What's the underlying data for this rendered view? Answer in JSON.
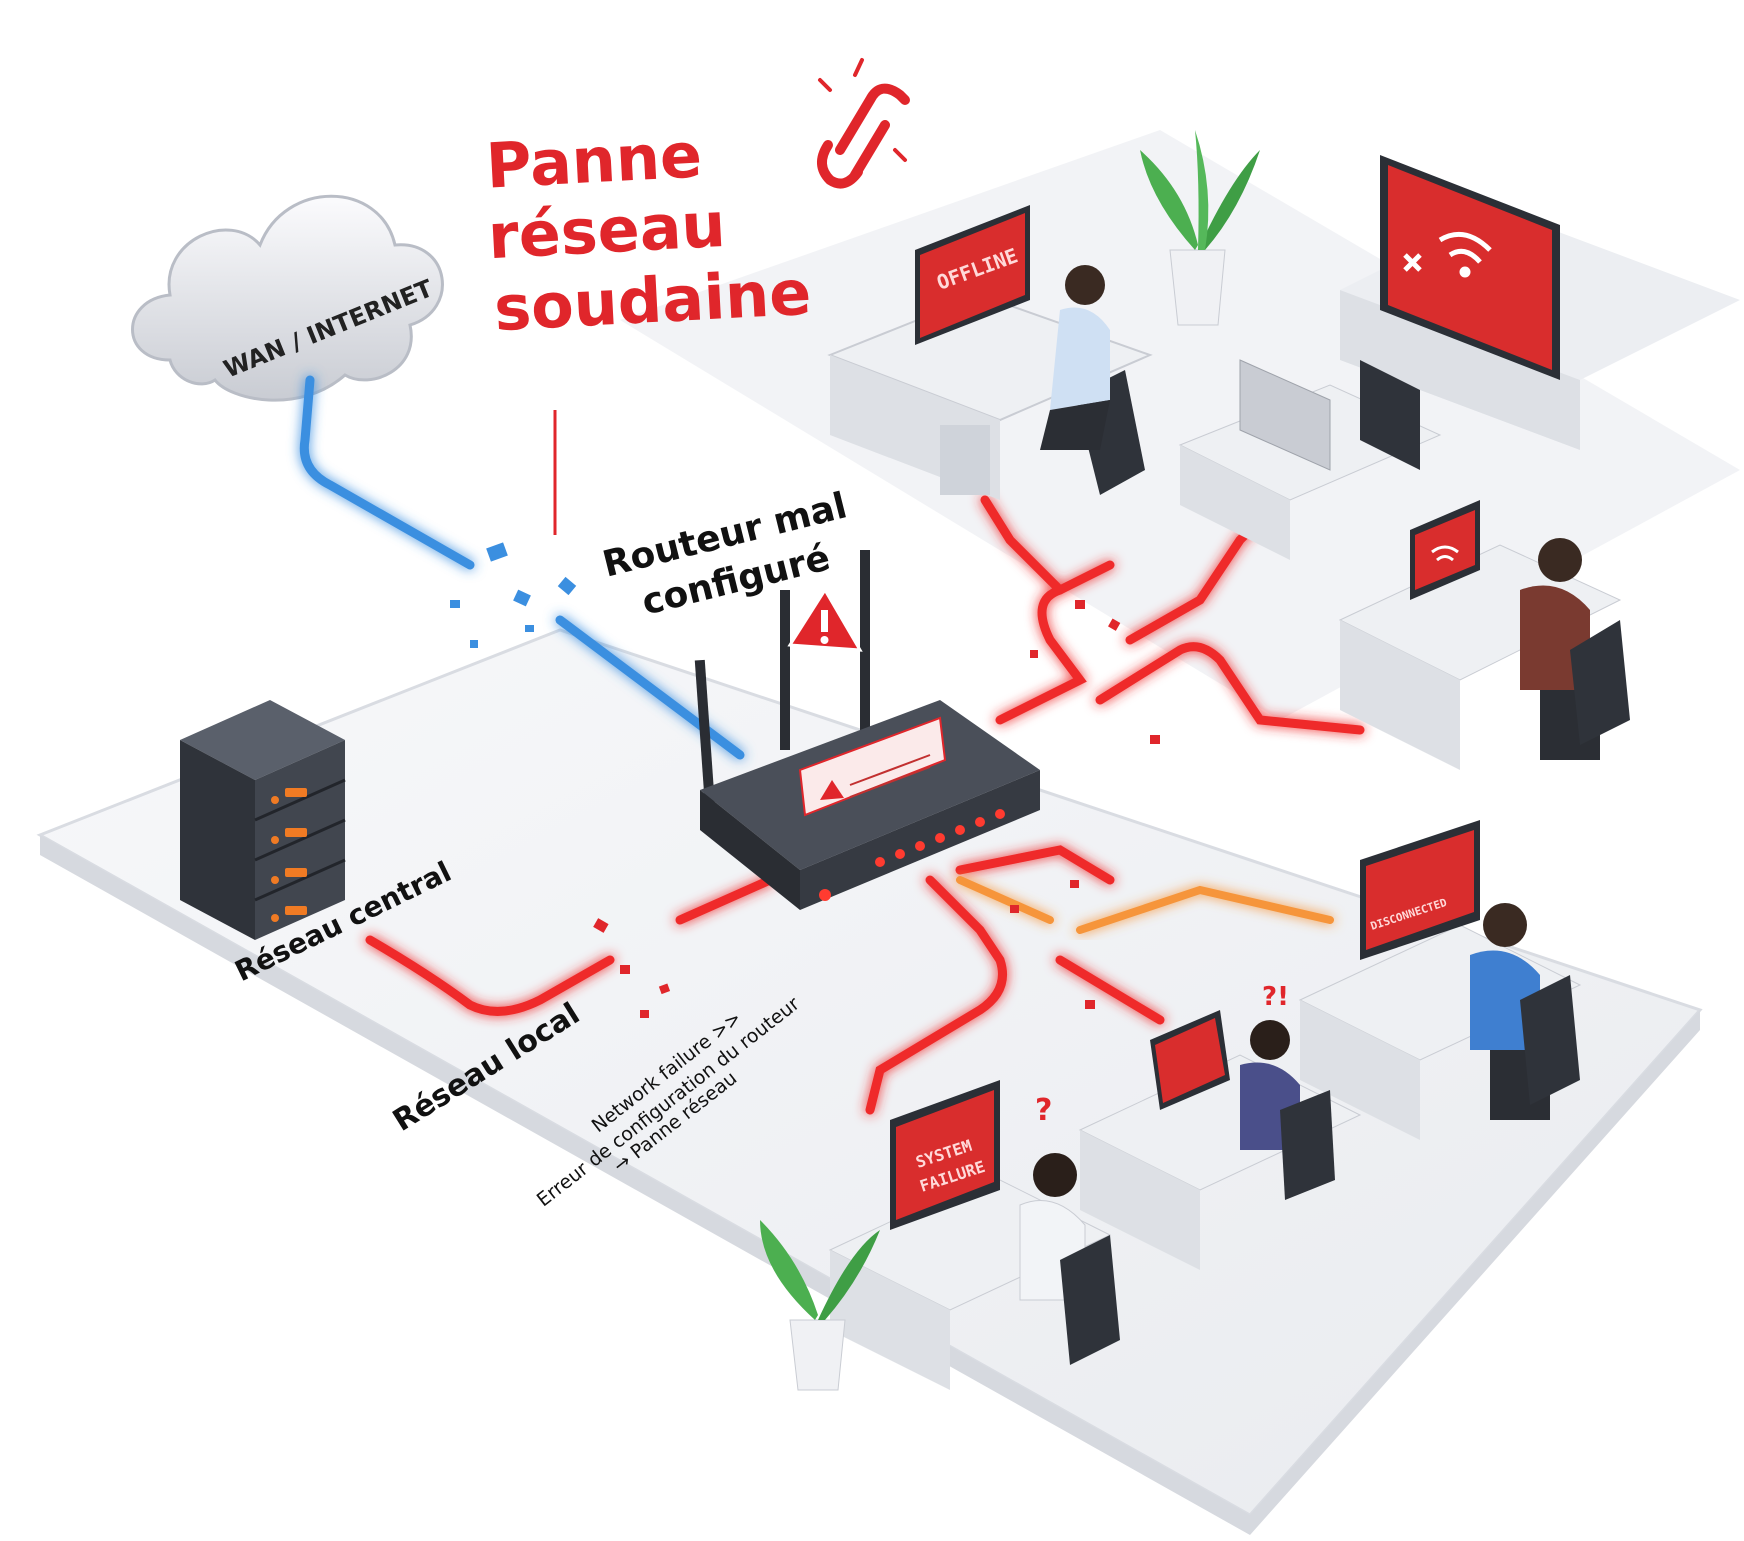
{
  "title": {
    "line1": "Panne",
    "line2": "réseau",
    "line3": "soudaine"
  },
  "labels": {
    "wan": "WAN / INTERNET",
    "router": [
      "Routeur mal",
      "configuré"
    ],
    "central": "Réseau central",
    "local": "Réseau local",
    "note": [
      "Network failure >>",
      "Erreur de configuration du routeur",
      "→ Panne réseau"
    ]
  },
  "screens": {
    "offline": "OFFLINE",
    "system_failure": [
      "SYSTEM",
      "FAILURE"
    ],
    "disconnected": "DISCONNECTED"
  },
  "colors": {
    "alert_red": "#e0262b",
    "cable_blue": "#3b8fe0",
    "floor": "#f3f4f7",
    "device_dark": "#3a3f48"
  },
  "icons": [
    "broken-link-icon",
    "warning-icon",
    "wifi-off-icon",
    "question-icon"
  ]
}
